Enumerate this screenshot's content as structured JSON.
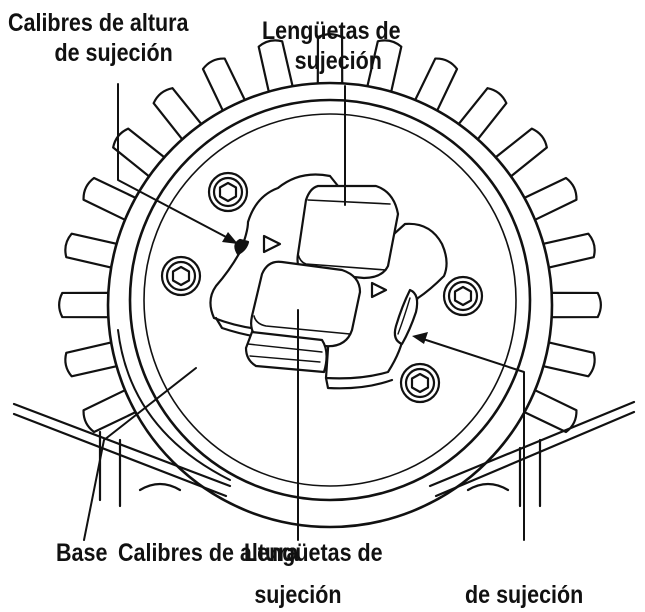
{
  "labels": {
    "top_left_line1": "Calibres de altura",
    "top_left_line2": "de sujeción",
    "top_center_line1": "Lengüetas de",
    "top_center_line2": "sujeción",
    "bottom_base": "Base",
    "bottom_calibres": "Calibres de altura",
    "bottom_lenguetas_line1": "Lengüetas de",
    "bottom_lenguetas_line2": "sujeción",
    "bottom_right_line2": "de sujeción"
  },
  "colors": {
    "ink": "#111111",
    "background": "#ffffff"
  }
}
